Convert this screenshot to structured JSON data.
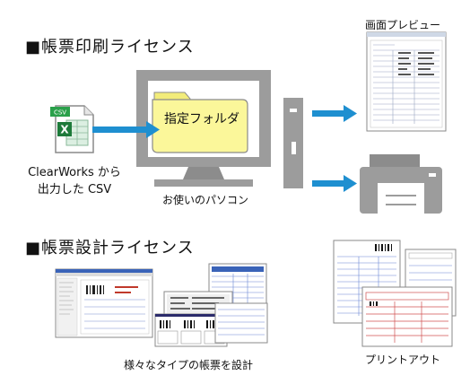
{
  "section_print": {
    "title": "■帳票印刷ライセンス"
  },
  "section_design": {
    "title": "■帳票設計ライセンス"
  },
  "csv": {
    "badge": "CSV",
    "icon_letter": "X",
    "caption_line1": "ClearWorks から",
    "caption_line2": "出力した CSV"
  },
  "folder": {
    "label": "指定フォルダ"
  },
  "pc": {
    "caption": "お使いのパソコン"
  },
  "preview": {
    "caption": "画面プレビュー"
  },
  "printer": {
    "caption": "プリントアウト"
  },
  "design": {
    "caption": "様々なタイプの帳票を設計"
  },
  "colors": {
    "arrow": "#1e8fd0",
    "monitor": "#9c9c9c",
    "folder": "#fbf79a",
    "excel_green": "#1d7a3a"
  }
}
